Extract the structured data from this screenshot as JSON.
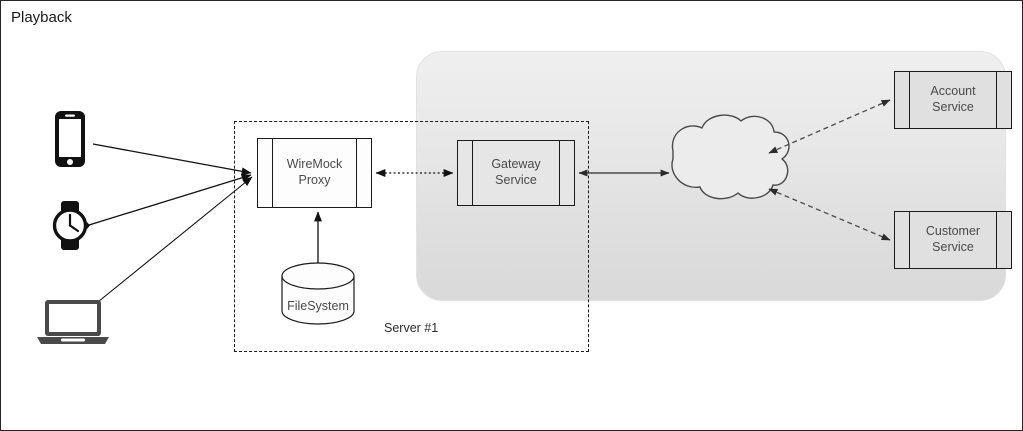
{
  "diagram": {
    "title": "Playback",
    "server_boundary": {
      "label": "Server #1"
    },
    "clients": [
      {
        "name": "smartphone",
        "icon": "smartphone-icon"
      },
      {
        "name": "smartwatch",
        "icon": "smartwatch-icon"
      },
      {
        "name": "laptop",
        "icon": "laptop-icon"
      }
    ],
    "nodes": {
      "wiremock_proxy": {
        "label": "WireMock Proxy",
        "shape": "uml-node"
      },
      "filesystem": {
        "label": "FileSystem",
        "shape": "cylinder"
      },
      "gateway_service": {
        "label": "Gateway Service",
        "shape": "uml-node"
      },
      "account_service": {
        "label": "Account Service",
        "shape": "uml-node"
      },
      "customer_service": {
        "label": "Customer\nService",
        "shape": "uml-node"
      },
      "network_cloud": {
        "label": "",
        "shape": "cloud"
      }
    },
    "connections": [
      {
        "from": "smartphone",
        "to": "wiremock_proxy",
        "style": "solid",
        "arrow": "end"
      },
      {
        "from": "smartwatch",
        "to": "wiremock_proxy",
        "style": "solid",
        "arrow": "end"
      },
      {
        "from": "laptop",
        "to": "wiremock_proxy",
        "style": "solid",
        "arrow": "end"
      },
      {
        "from": "filesystem",
        "to": "wiremock_proxy",
        "style": "solid",
        "arrow": "end"
      },
      {
        "from": "wiremock_proxy",
        "to": "gateway_service",
        "style": "dotted",
        "arrow": "both"
      },
      {
        "from": "gateway_service",
        "to": "network_cloud",
        "style": "solid",
        "arrow": "both"
      },
      {
        "from": "network_cloud",
        "to": "account_service",
        "style": "dashed",
        "arrow": "both"
      },
      {
        "from": "network_cloud",
        "to": "customer_service",
        "style": "dashed",
        "arrow": "both"
      }
    ],
    "colors": {
      "stroke": "#1b1b1b",
      "node_fill": "#f7f7f7",
      "region_fill_top": "#efefef",
      "region_fill_bottom": "#d9d9d9",
      "label_text": "#4a4a4a",
      "canvas": "#ffffff"
    }
  }
}
